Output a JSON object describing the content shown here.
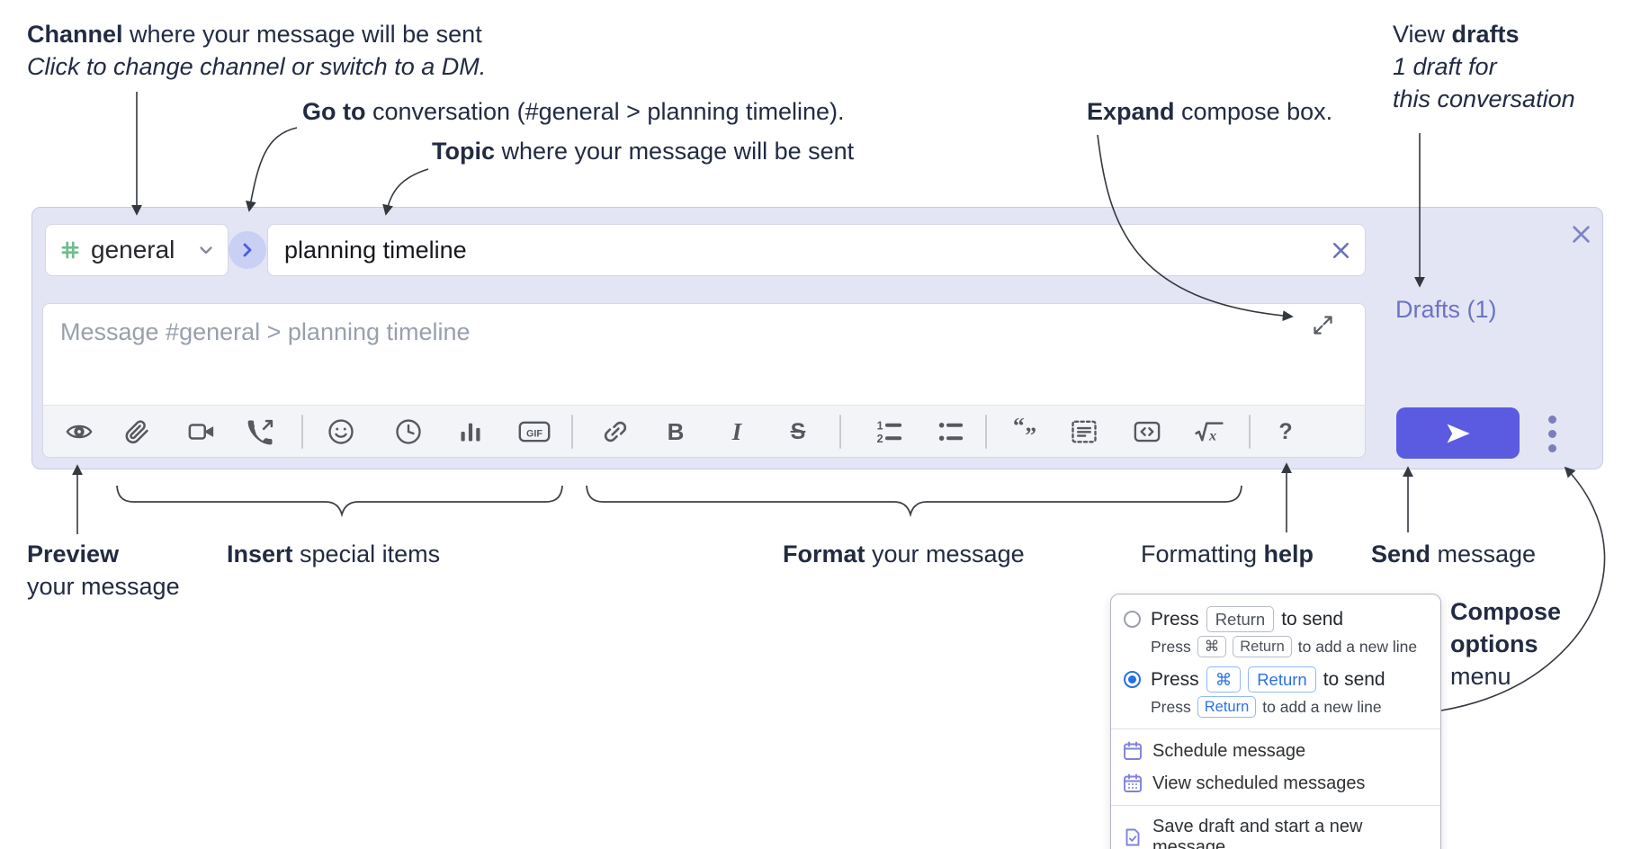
{
  "annotations": {
    "channel": {
      "bold": "Channel",
      "rest": " where your message will be sent",
      "sub": "Click to change channel or switch to a DM."
    },
    "goto": {
      "bold": "Go to",
      "rest": " conversation (#general > planning timeline)."
    },
    "topic": {
      "bold": "Topic",
      "rest": " where your message will be sent"
    },
    "expand": {
      "bold": "Expand",
      "rest": " compose box."
    },
    "view_drafts": {
      "regular": "View ",
      "bold": "drafts",
      "line2": "1 draft for",
      "line3": "this conversation"
    },
    "preview": {
      "bold": "Preview",
      "line2": "your message"
    },
    "insert": {
      "bold": "Insert",
      "rest": " special items"
    },
    "format": {
      "bold": "Format",
      "rest": " your message"
    },
    "formatting_help": {
      "regular": "Formatting ",
      "bold": "help"
    },
    "send": {
      "bold": "Send",
      "rest": " message"
    },
    "compose_options": {
      "bold1": "Compose",
      "bold2": "options",
      "regular": "menu"
    }
  },
  "compose": {
    "channel_name": "general",
    "topic_value": "planning timeline",
    "message_placeholder": "Message #general > planning timeline",
    "drafts_label": "Drafts (1)",
    "toolbar": {
      "gif_label": "GIF",
      "bold_label": "B",
      "italic_label": "I",
      "strike_label": "S",
      "help_label": "?",
      "icon_names": [
        "preview-eye",
        "paperclip-attach",
        "video-call",
        "audio-call",
        "emoji",
        "time-mention",
        "poll",
        "gif",
        "link",
        "bold",
        "italic",
        "strikethrough",
        "numbered-list",
        "bulleted-list",
        "quote",
        "spoiler",
        "code",
        "math",
        "help"
      ]
    }
  },
  "options_menu": {
    "option1": {
      "main_prefix": "Press",
      "main_key": "Return",
      "main_suffix": "to send",
      "sub_prefix": "Press",
      "sub_key1": "⌘",
      "sub_key2": "Return",
      "sub_suffix": "to add a new line"
    },
    "option2": {
      "main_prefix": "Press",
      "main_key1": "⌘",
      "main_key2": "Return",
      "main_suffix": "to send",
      "sub_prefix": "Press",
      "sub_key": "Return",
      "sub_suffix": "to add a new line"
    },
    "schedule_item": "Schedule message",
    "view_scheduled_item": "View scheduled messages",
    "save_draft_item": "Save draft and start a new message"
  },
  "colors": {
    "compose_bg": "#e3e5f4",
    "accent_indigo": "#5a5be0",
    "drafts_link": "#6b74c4",
    "radio_blue": "#2371e8",
    "menu_icon_purple": "#7e82d8",
    "hash_green": "#6cbe8c",
    "annotation_text": "#222b42"
  }
}
